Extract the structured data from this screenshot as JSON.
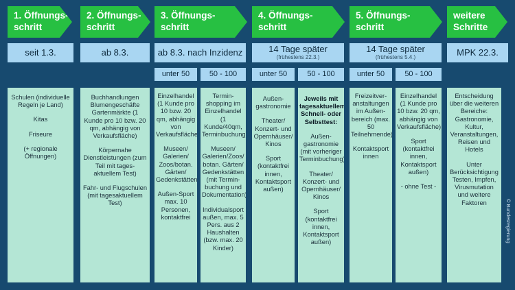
{
  "steps": [
    {
      "line1": "1. Öffnungs-",
      "line2": "schritt"
    },
    {
      "line1": "2. Öffnungs-",
      "line2": "schritt"
    },
    {
      "line1": "3. Öffnungs-",
      "line2": "schritt"
    },
    {
      "line1": "4. Öffnungs-",
      "line2": "schritt"
    },
    {
      "line1": "5. Öffnungs-",
      "line2": "schritt"
    },
    {
      "line1": "weitere",
      "line2": "Schritte"
    }
  ],
  "dates": [
    {
      "main": "seit 1.3."
    },
    {
      "main": "ab 8.3."
    },
    {
      "main": "ab 8.3. nach Inzidenz"
    },
    {
      "main": "14 Tage später",
      "sub": "(frühestens 22.3.)"
    },
    {
      "main": "14 Tage später",
      "sub": "(frühestens 5.4.)"
    },
    {
      "main": "MPK 22.3."
    }
  ],
  "incidence": {
    "s3a": "unter 50",
    "s3b": "50 - 100",
    "s4a": "unter 50",
    "s4b": "50 - 100",
    "s5a": "unter 50",
    "s5b": "50 - 100"
  },
  "content": {
    "c1": {
      "p1": "Schulen (individuelle Regeln je Land)",
      "p2": "Kitas",
      "p3": "Friseure",
      "p4": "(+ regionale Öffnungen)"
    },
    "c2": {
      "p1": "Buchhandlungen Blumengeschäfte Gartenmärkte (1 Kunde pro 10 bzw. 20 qm, abhängig von Verkaufsfläche)",
      "p2": "Körpernahe Dienstleistungen (zum Teil mit tages-aktuellem Test)",
      "p3": "Fahr- und Flugschulen (mit tagesaktuellem Test)"
    },
    "c3a": {
      "p1": "Einzelhandel (1 Kunde pro 10 bzw. 20 qm, abhängig von Verkaufsfläche)",
      "p2": "Museen/ Galerien/ Zoos/botan. Gärten/ Gedenkstätten",
      "p3": "Außen-Sport max. 10 Personen, kontaktfrei"
    },
    "c3b": {
      "p1": "Termin-shopping im Einzelhandel (1 Kunde/40qm, Terminbuchung)",
      "p2": "Museen/ Galerien/Zoos/ botan. Gärten/ Gedenkstätten (mit Termin-buchung und Dokumentation)",
      "p3": "Individualsport außen, max. 5 Pers. aus 2 Haushalten (bzw. max. 20 Kinder)"
    },
    "c4a": {
      "p1": "Außen-gastronomie",
      "p2": "Theater/ Konzert- und Opernhäuser/ Kinos",
      "p3": "Sport (kontaktfrei innen, Kontaktsport außen)"
    },
    "c4b": {
      "p1": "Jeweils mit tagesaktuellem Schnell- oder Selbsttest:",
      "p2": "Außen-gastronomie (mit vorheriger Terminbuchung)",
      "p3": "Theater/ Konzert- und Opernhäuser/ Kinos",
      "p4": "Sport (kontaktfrei innen, Kontaktsport außen)"
    },
    "c5a": {
      "p1": "Freizeitver-anstaltungen im Außen-bereich (max. 50 Teilnehmende)",
      "p2": "Kontaktsport innen"
    },
    "c5b": {
      "p1": "Einzelhandel (1 Kunde pro 10 bzw. 20 qm, abhängig von Verkaufsfläche)",
      "p2": "Sport (kontaktfrei innen, Kontaktsport außen)",
      "p3": "- ohne Test -"
    },
    "c6": {
      "p1": "Entscheidung über die weiteren Bereiche: Gastronomie, Kultur, Veranstaltungen, Reisen und Hotels",
      "p2": "Unter Berücksichtigung Testen, Impfen, Virusmutation und weitere Faktoren"
    }
  },
  "credit": "© Bundesregierung",
  "colors": {
    "background": "#174a6f",
    "arrow": "#27c042",
    "header": "#a9d6f2",
    "box": "#b4e6d5"
  }
}
